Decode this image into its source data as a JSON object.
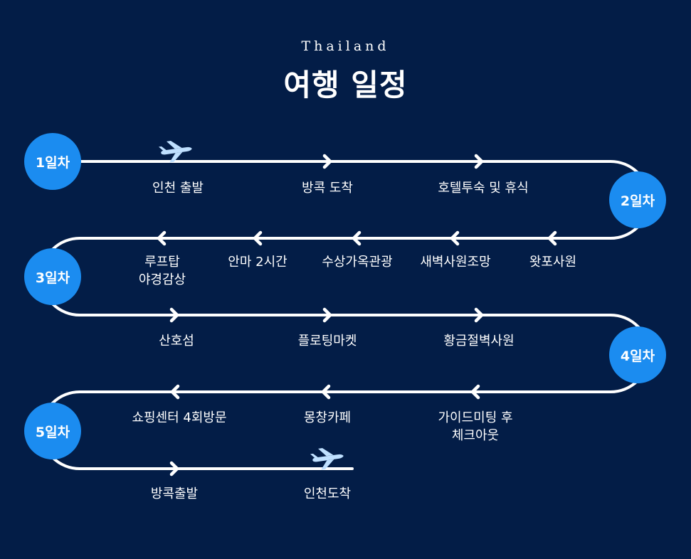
{
  "header": {
    "subtitle": "Thailand",
    "title": "여행 일정"
  },
  "colors": {
    "background": "#031d47",
    "day_circle": "#1b8cf0",
    "route_line": "#ffffff",
    "plane": "#bfe0ff"
  },
  "days": [
    "1일차",
    "2일차",
    "3일차",
    "4일차",
    "5일차"
  ],
  "stops": {
    "row1": [
      "인천 출발",
      "방콕 도착",
      "호텔투숙 및 휴식"
    ],
    "row2": [
      "루프탑\n야경감상",
      "안마 2시간",
      "수상가옥관광",
      "새벽사원조망",
      "왓포사원"
    ],
    "row3": [
      "산호섬",
      "플로팅마켓",
      "황금절벽사원"
    ],
    "row4": [
      "쇼핑센터 4회방문",
      "몽창카페",
      "가이드미팅 후\n체크아웃"
    ],
    "row5": [
      "방콕출발",
      "인천도착"
    ]
  },
  "icons": {
    "departure": "airplane-icon",
    "arrival": "airplane-icon",
    "direction": "chevron-icon"
  }
}
